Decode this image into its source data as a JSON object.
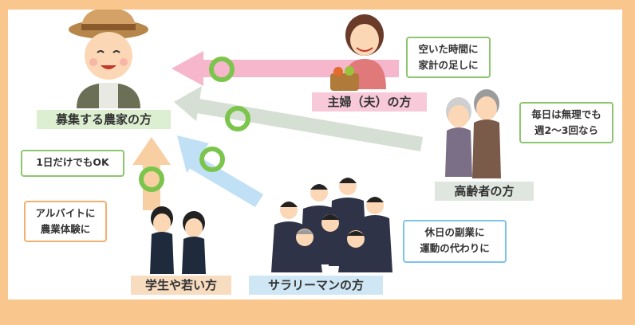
{
  "labels": {
    "farmer": "募集する農家の方",
    "housewife": "主婦（夫）の方",
    "elderly": "高齢者の方",
    "students": "学生や若い方",
    "salaryman": "サラリーマンの方"
  },
  "bubbles": {
    "housewife": "空いた時間に\n家計の足しに",
    "elderly": "毎日は無理でも\n週2〜3回なら",
    "oneday": "1日だけでもOK",
    "students": "アルバイトに\n農業体験に",
    "salaryman": "休日の副業に\n運動の代わりに"
  },
  "colors": {
    "background": "#f9c78e",
    "circle": "#7cc54c",
    "arrow_pink": "#f6b6cc",
    "arrow_gray": "#d5dfd3",
    "arrow_peach": "#f8cfa2",
    "arrow_blue": "#bfe0f5"
  }
}
